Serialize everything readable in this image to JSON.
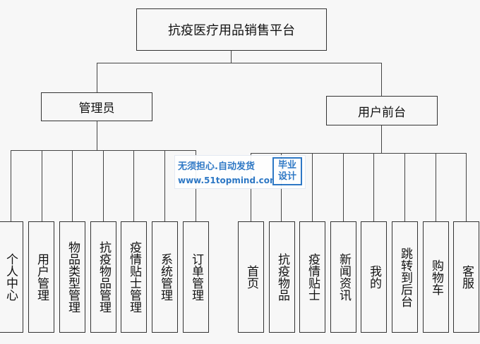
{
  "root": {
    "label": "抗疫医疗用品销售平台"
  },
  "branches": [
    {
      "label": "管理员",
      "children": [
        "个人中心",
        "用户管理",
        "物品类型管理",
        "抗疫物品管理",
        "疫情贴士管理",
        "系统管理",
        "订单管理"
      ]
    },
    {
      "label": "用户前台",
      "children": [
        "首页",
        "抗疫物品",
        "疫情贴士",
        "新闻资讯",
        "我的",
        "跳转到后台",
        "购物车",
        "客服"
      ]
    }
  ],
  "watermark": {
    "line1": "无须担心.自动发货",
    "line2": "www.51topmind.com",
    "badge_top": "毕业",
    "badge_bottom": "设计",
    "color": "#1f6fc2"
  }
}
